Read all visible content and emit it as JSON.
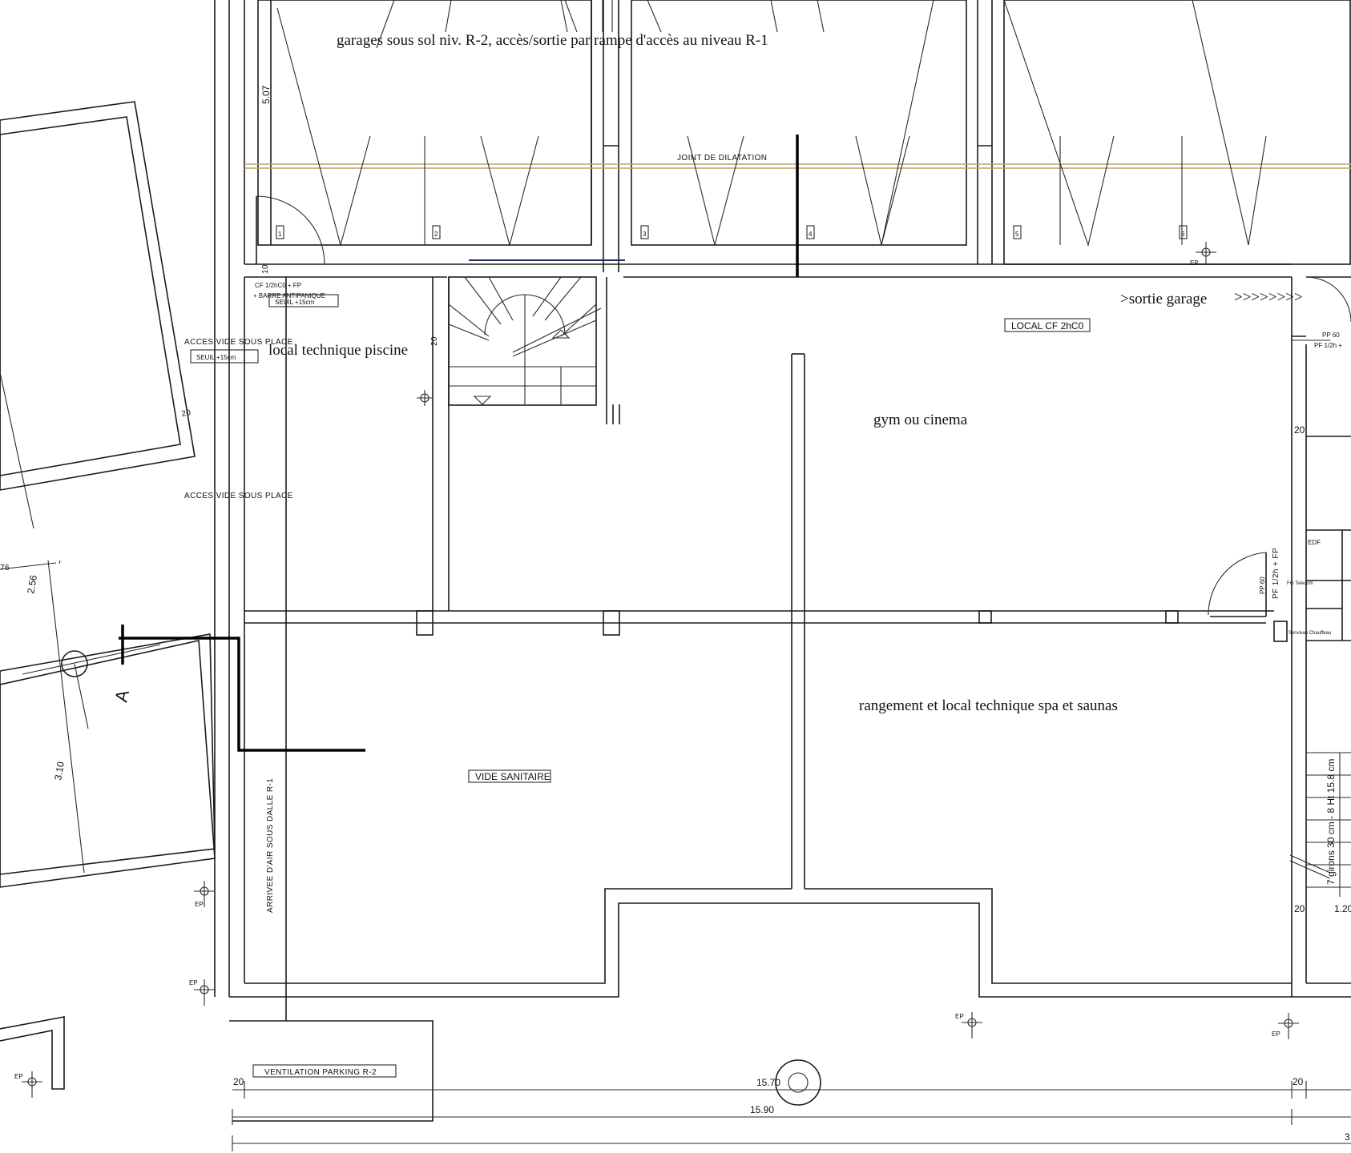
{
  "labels": {
    "garages": "garages sous sol niv. R-2, accès/sortie par rampe d'accès au niveau R-1",
    "local_piscine": "local technique piscine",
    "sortie_garage": ">sortie garage",
    "sortie_arrows": ">>>>>>>>",
    "gym": "gym ou cinema",
    "rangement": "rangement et local technique spa et saunas",
    "local_cf": "LOCAL CF 2hC0",
    "vide_sanitaire": "VIDE SANITAIRE",
    "ventilation": "VENTILATION PARKING R-2",
    "joint": "JOINT DE DILATATION",
    "acces_vide_1": "ACCES VIDE SOUS PLACE",
    "acces_vide_2": "ACCES VIDE SOUS PLACE",
    "seuil_1": "SEUIL +15cm",
    "seuil_2": "SEUIL +15cm",
    "cf_door": "CF 1/2hC0 + FP",
    "barre": "+ BARRE ANTIPANIQUE",
    "arrivee_air": "ARRIVEE D'AIR SOUS DALLE R-1",
    "pf_door": "PF 1/2h + FP",
    "pp_a": "PP 60",
    "pp_b": "PP 60",
    "pf_top": "PF 1/2h +",
    "edf": "EDF",
    "fm": "Fm Telecom",
    "service": "Serv/eau Chauffeau",
    "stair_note": "7 girons 30 cm - 8 Ht 15.8 cm",
    "section_mark": "A",
    "ep": "EP"
  },
  "dimensions": {
    "d_507": "5.07",
    "d_10": "10",
    "d_20_stair": "20",
    "d_20_a": "20",
    "d_20_b": "20",
    "d_20_c": "20",
    "d_20_d": "20",
    "d_20_e": "20",
    "d_1570": "15.70",
    "d_1590": "15.90",
    "d_120": "1.20",
    "d_256": "2.56",
    "d_310": "3.10",
    "d_76": "76",
    "d_3": "3"
  },
  "bays": [
    "1",
    "2",
    "3",
    "4",
    "5",
    "6"
  ]
}
